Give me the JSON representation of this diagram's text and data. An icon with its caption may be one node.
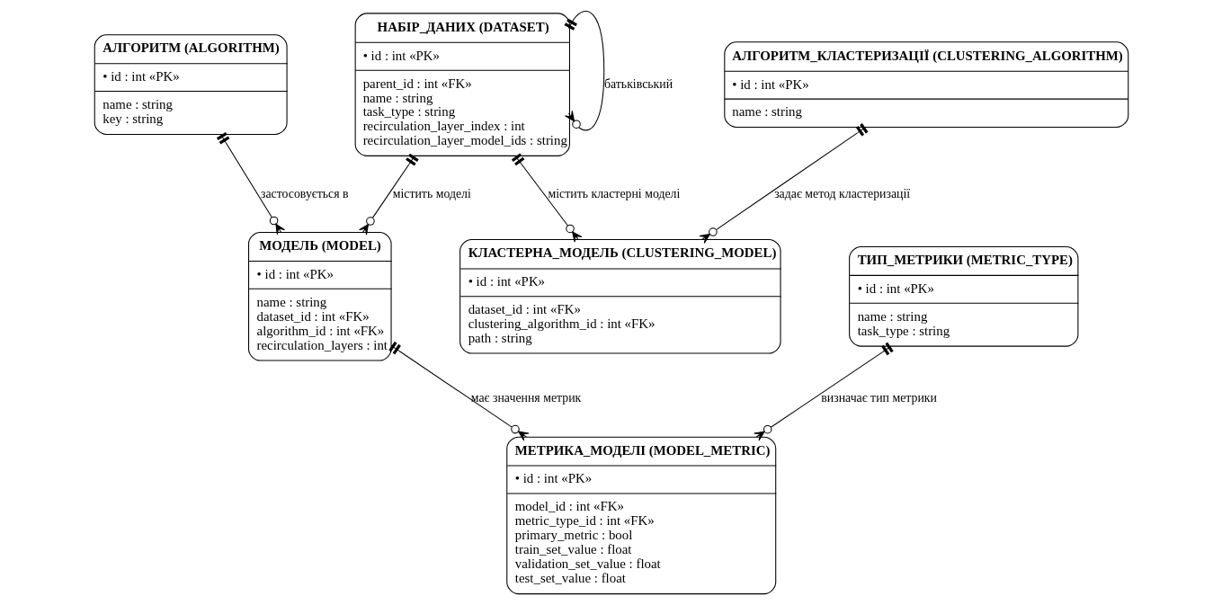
{
  "diagram": {
    "nodes": [
      {
        "text": [
          "АЛГОРИТМ (ALGORITHM)",
          "• id : int «PK»",
          "name : string",
          "key : string"
        ]
      },
      {
        "text": [
          "НАБІР_ДАНИХ (DATASET)",
          "• id : int «PK»",
          "parent_id : int «FK»",
          "name : string",
          "task_type : string",
          "recirculation_layer_index : int",
          "recirculation_layer_model_ids : string"
        ]
      },
      {
        "text": [
          "АЛГОРИТМ_КЛАСТЕРИЗАЦІЇ (CLUSTERING_ALGORITHM)",
          "• id : int «PK»",
          "name : string"
        ]
      },
      {
        "text": [
          "МОДЕЛЬ (MODEL)",
          "• id : int «PK»",
          "name : string",
          "dataset_id : int «FK»",
          "algorithm_id : int «FK»",
          "recirculation_layers : int"
        ]
      },
      {
        "text": [
          "КЛАСТЕРНА_МОДЕЛЬ (CLUSTERING_MODEL)",
          "• id : int «PK»",
          "dataset_id : int «FK»",
          "clustering_algorithm_id : int «FK»",
          "path : string"
        ]
      },
      {
        "text": [
          "ТИП_МЕТРИКИ (METRIC_TYPE)",
          "• id : int «PK»",
          "name : string",
          "task_type : string"
        ]
      },
      {
        "text": [
          "МЕТРИКА_МОДЕЛІ (MODEL_METRIC)",
          "• id : int «PK»",
          "model_id : int «FK»",
          "metric_type_id : int «FK»",
          "primary_metric : bool",
          "train_set_value : float",
          "validation_set_value : float",
          "test_set_value : float"
        ]
      }
    ],
    "edges": [
      {
        "from": 1,
        "to": 1,
        "arrow": "other",
        "label": "батьківський"
      },
      {
        "from": 0,
        "to": 3,
        "arrow": "other",
        "label": "застосовується в"
      },
      {
        "from": 1,
        "to": 3,
        "arrow": "other",
        "label": "містить моделі"
      },
      {
        "from": 1,
        "to": 4,
        "arrow": "other",
        "label": "містить кластерні моделі"
      },
      {
        "from": 2,
        "to": 4,
        "arrow": "other",
        "label": "задає метод кластеризації"
      },
      {
        "from": 3,
        "to": 6,
        "arrow": "other",
        "label": "має значення метрик"
      },
      {
        "from": 5,
        "to": 6,
        "arrow": "other",
        "label": "визначає тип метрики"
      }
    ]
  }
}
